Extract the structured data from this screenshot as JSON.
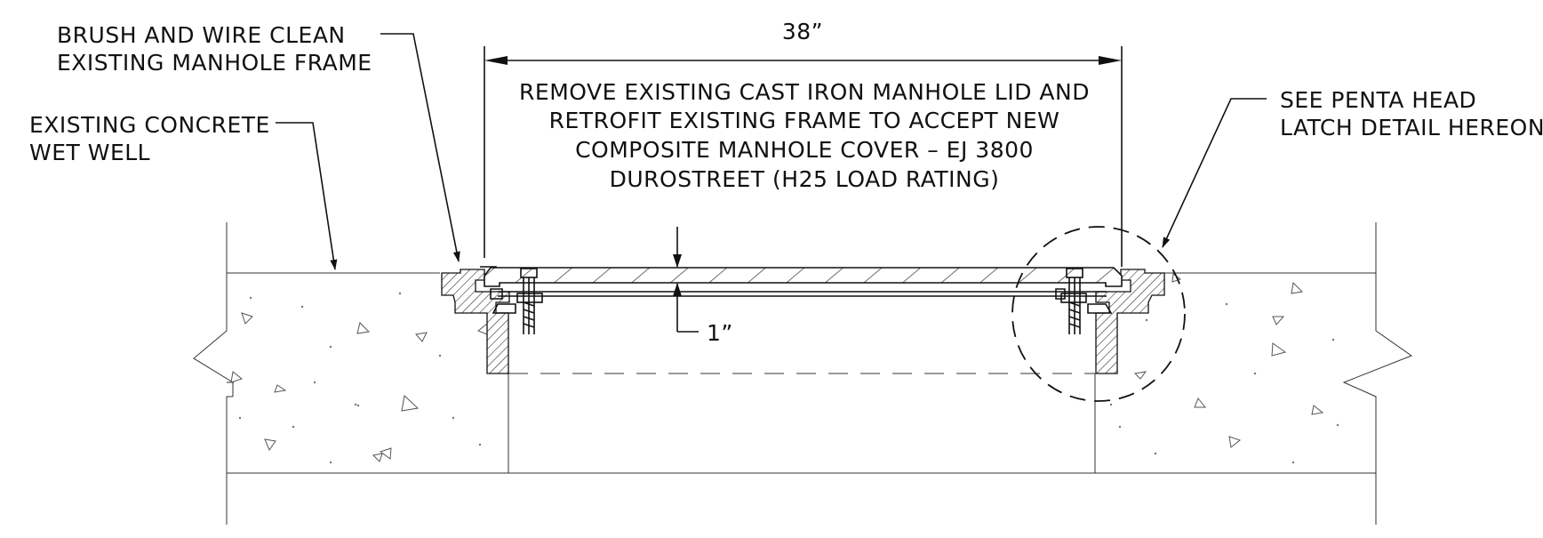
{
  "callouts": {
    "brush_clean": [
      "BRUSH AND WIRE CLEAN",
      "EXISTING MANHOLE FRAME"
    ],
    "concrete_wet_well": [
      "EXISTING CONCRETE",
      "WET WELL"
    ],
    "penta_head": [
      "SEE PENTA HEAD",
      "LATCH DETAIL HEREON"
    ],
    "main_note": [
      "REMOVE EXISTING CAST IRON MANHOLE LID AND",
      "RETROFIT EXISTING FRAME TO ACCEPT NEW",
      "COMPOSITE MANHOLE COVER – EJ 3800",
      "DUROSTREET (H25 LOAD RATING)"
    ]
  },
  "dimensions": {
    "span": "38”",
    "lid_thickness": "1”"
  }
}
